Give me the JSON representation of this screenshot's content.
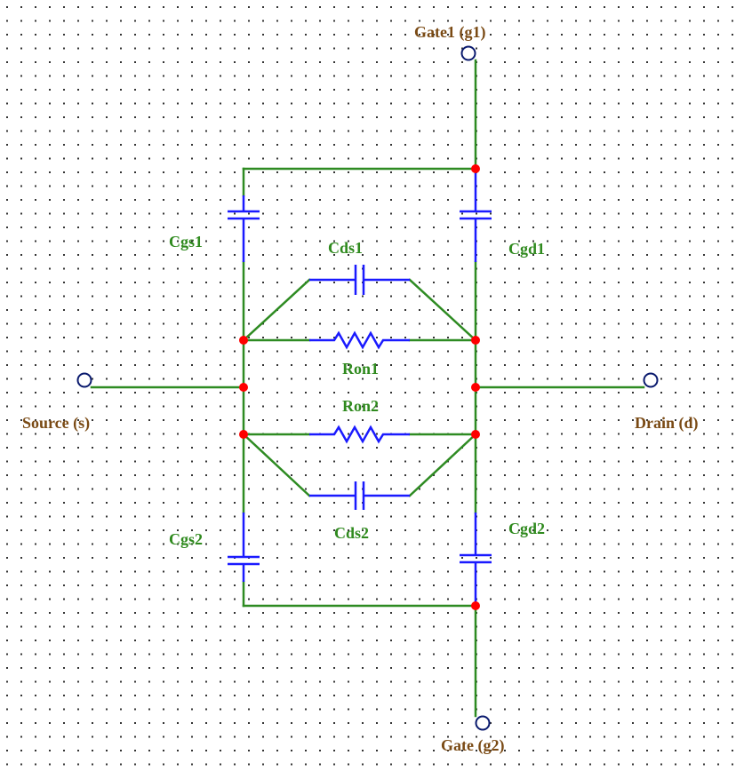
{
  "terminals": {
    "gate1": "Gate1 (g1)",
    "gate2": "Gate (g2)",
    "source": "Source (s)",
    "drain": "Drain (d)"
  },
  "components": {
    "cgs1": "Cgs1",
    "cgd1": "Cgd1",
    "cds1": "Cds1",
    "ron1": "Ron1",
    "ron2": "Ron2",
    "cds2": "Cds2",
    "cgs2": "Cgs2",
    "cgd2": "Cgd2"
  },
  "colors": {
    "wire_green": "#2e8b22",
    "component_blue": "#1a1aff",
    "node_red": "#ff0000",
    "terminal_label_brown": "#7a4a14",
    "component_label_green": "#2f8a1e",
    "grid_dot": "#333333"
  }
}
